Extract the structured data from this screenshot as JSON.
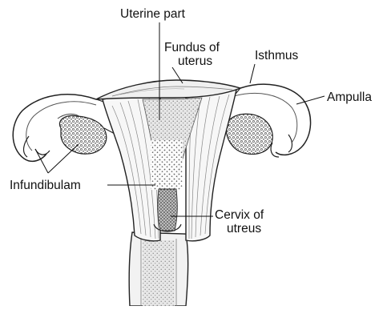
{
  "labels": {
    "uterine_part": "Uterine part",
    "fundus_line1": "Fundus of",
    "fundus_line2": "uterus",
    "isthmus": "Isthmus",
    "ampulla": "Ampulla",
    "infundibulam": "Infundibulam",
    "cervix_line1": "Cervix of",
    "cervix_line2": "utreus"
  },
  "colors": {
    "ink": "#111111",
    "stipple": "#6b6b6b",
    "background": "#ffffff"
  }
}
